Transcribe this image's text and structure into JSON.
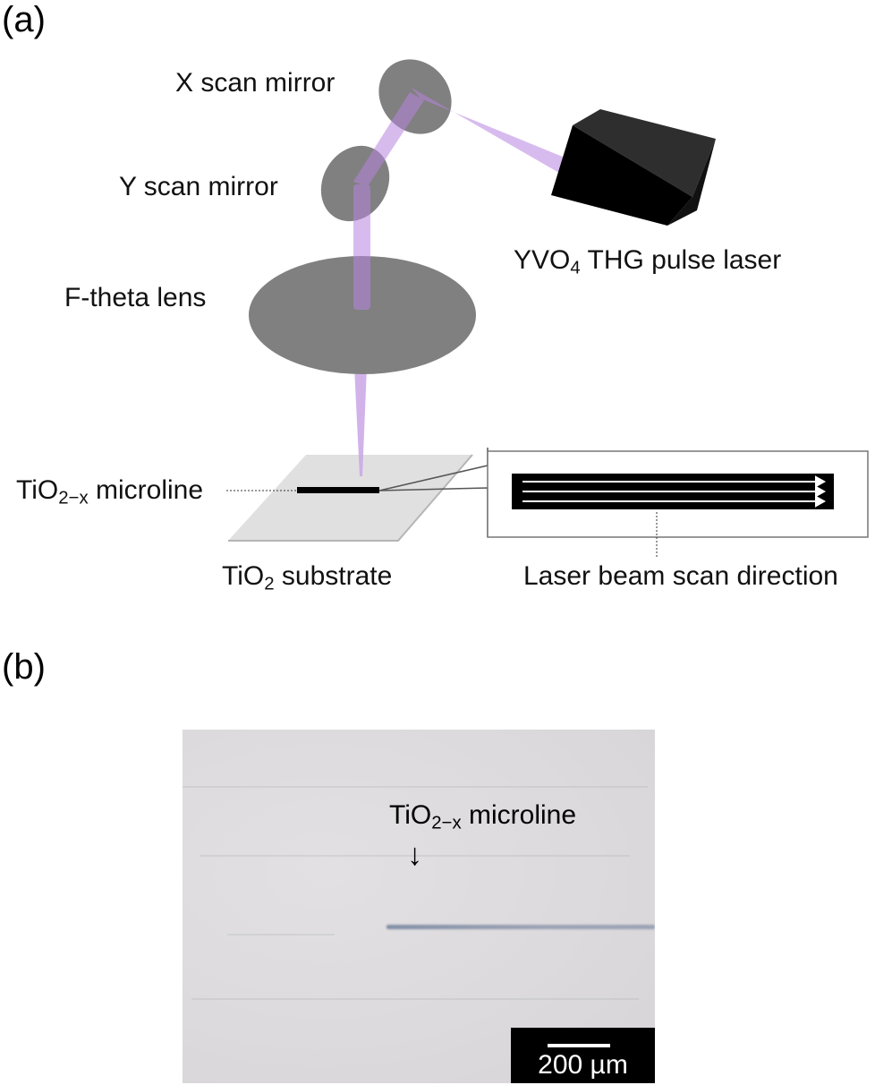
{
  "panel_a": {
    "label": "(a)",
    "x_mirror": "X scan mirror",
    "y_mirror": "Y scan mirror",
    "lens": "F-theta lens",
    "laser_main": "YVO",
    "laser_sub": "4",
    "laser_rest": " THG pulse laser",
    "microline_main": "TiO",
    "microline_sub": "2−x",
    "microline_rest": " microline",
    "substrate_main": "TiO",
    "substrate_sub": "2",
    "substrate_rest": " substrate",
    "scan_direction": "Laser beam scan direction"
  },
  "panel_b": {
    "label": "(b)",
    "microline_main": "TiO",
    "microline_sub": "2−x",
    "microline_rest": " microline",
    "arrow": "↓",
    "scale_bar": "200 µm"
  },
  "colors": {
    "beam": "#c9a6e6",
    "optic": "#808080",
    "substrate": "#e0e0e0",
    "laser_body": "#000000"
  }
}
